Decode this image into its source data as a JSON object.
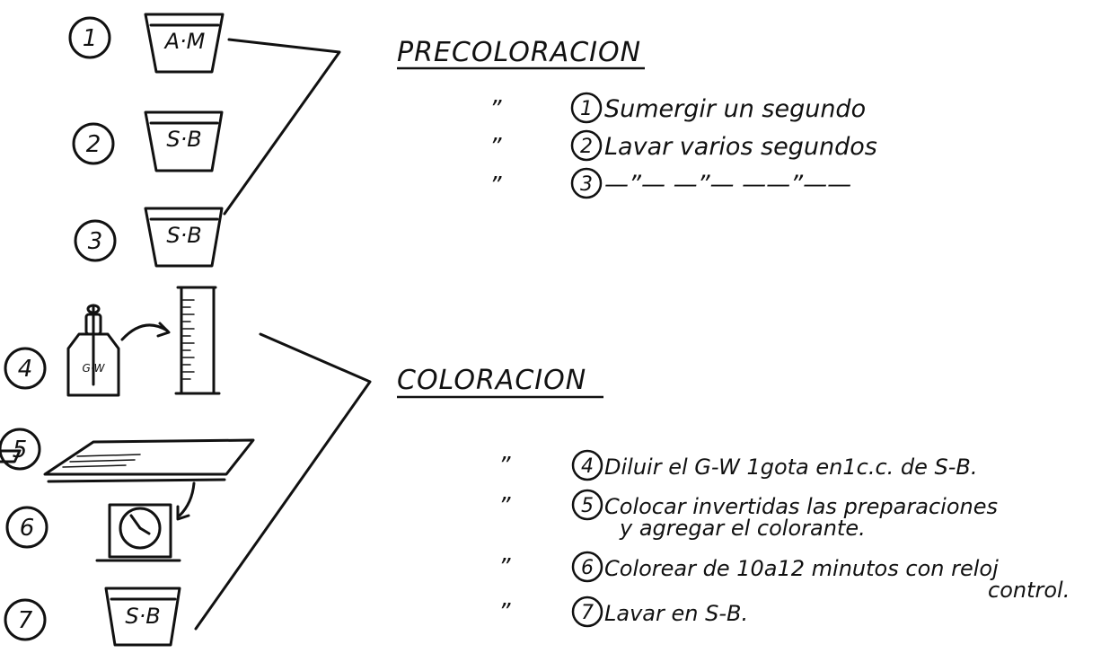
{
  "sections": {
    "precoloracion": {
      "title": "PRECOLORACION",
      "steps": [
        {
          "num": "1",
          "text": "Sumergir un segundo"
        },
        {
          "num": "2",
          "text": "Lavar varios segundos"
        },
        {
          "num": "3",
          "text": "—”—   —”—   ——”——"
        }
      ]
    },
    "coloracion": {
      "title": "COLORACION",
      "steps": [
        {
          "num": "4",
          "text": "Diluir el G-W 1gota en1c.c. de S-B.",
          "text2": ""
        },
        {
          "num": "5",
          "text": "Colocar invertidas las preparaciones",
          "text2": "y agregar el colorante."
        },
        {
          "num": "6",
          "text": "Colorear de 10a12 minutos con reloj",
          "text2": "control."
        },
        {
          "num": "7",
          "text": "Lavar en S-B.",
          "text2": ""
        }
      ]
    }
  },
  "ditto_mark": "”",
  "figures": {
    "numbers": [
      "1",
      "2",
      "3",
      "4",
      "5",
      "6",
      "7"
    ],
    "beaker_labels": [
      "A·M",
      "S·B",
      "S·B",
      "S·B"
    ],
    "bottle_label": "G·W"
  }
}
